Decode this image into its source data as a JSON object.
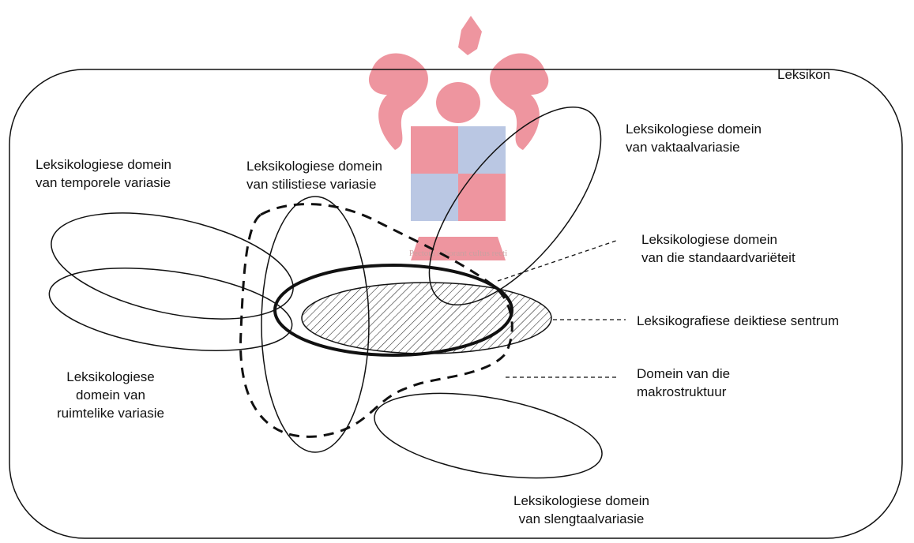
{
  "container_label": "Leksikon",
  "regions": {
    "vaktaal": {
      "line1": "Leksikologiese domein",
      "line2": "van vaktaalvariasie"
    },
    "temporeel": {
      "line1": "Leksikologiese domein",
      "line2": "van temporele variasie"
    },
    "stilisties": {
      "line1": "Leksikologiese domein",
      "line2": "van stilistiese variasie"
    },
    "standaard": {
      "line1": "Leksikologiese domein",
      "line2": "van die standaardvariëteit"
    },
    "sentrum": {
      "line1": "Leksikografiese deiktiese sentrum"
    },
    "makrostruktuur": {
      "line1": "Domein van die",
      "line2": "makrostruktuur"
    },
    "ruimtelik": {
      "line1": "Leksikologiese",
      "line2": "domein van",
      "line3": "ruimtelike variasie"
    },
    "slengtaal": {
      "line1": "Leksikologiese domein",
      "line2": "van slengtaalvariasie"
    }
  },
  "watermark": {
    "motto": "Pectora roborant cultus recti"
  },
  "colors": {
    "stroke": "#111111",
    "watermark_red": "#d9142b",
    "watermark_blue": "#3a5fae"
  }
}
